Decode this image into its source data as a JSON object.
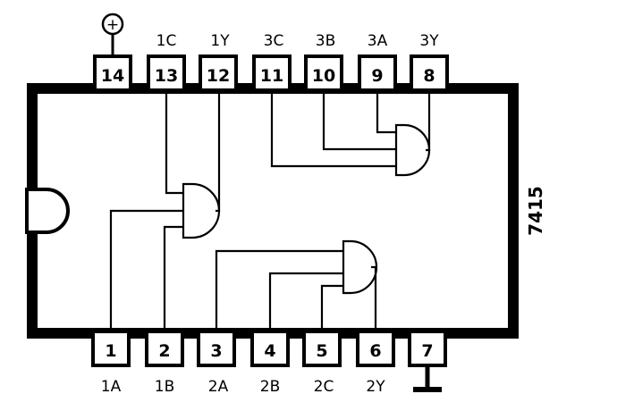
{
  "chip": {
    "part_number": "7415"
  },
  "pins_top": [
    {
      "number": "14",
      "name": ""
    },
    {
      "number": "13",
      "name": "1C"
    },
    {
      "number": "12",
      "name": "1Y"
    },
    {
      "number": "11",
      "name": "3C"
    },
    {
      "number": "10",
      "name": "3B"
    },
    {
      "number": "9",
      "name": "3A"
    },
    {
      "number": "8",
      "name": "3Y"
    }
  ],
  "pins_bottom": [
    {
      "number": "1",
      "name": "1A"
    },
    {
      "number": "2",
      "name": "1B"
    },
    {
      "number": "3",
      "name": "2A"
    },
    {
      "number": "4",
      "name": "2B"
    },
    {
      "number": "5",
      "name": "2C"
    },
    {
      "number": "6",
      "name": "2Y"
    },
    {
      "number": "7",
      "name": ""
    }
  ],
  "power": {
    "vcc_symbol": "+",
    "vcc_icon": "vcc-circle-plus-icon",
    "gnd_icon": "ground-icon"
  },
  "colors": {
    "ink": "#000000",
    "paper": "#ffffff"
  }
}
